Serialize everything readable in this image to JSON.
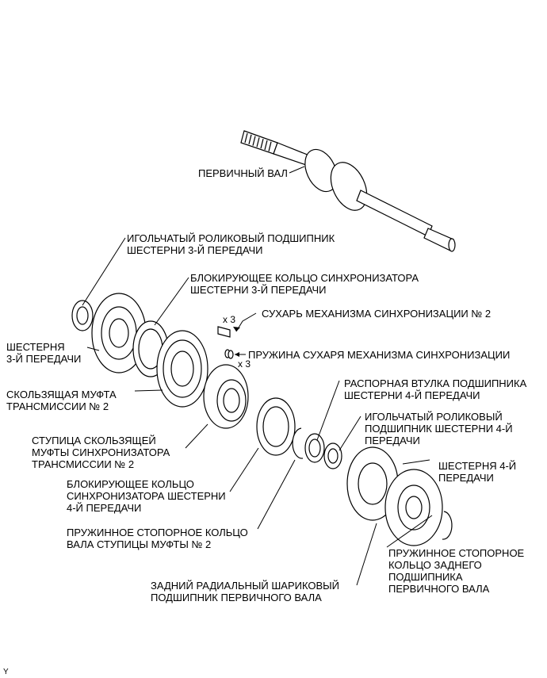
{
  "labels": {
    "input_shaft": [
      "ПЕРВИЧНЫЙ ВАЛ"
    ],
    "needle_bearing_3": [
      "ИГОЛЬЧАТЫЙ РОЛИКОВЫЙ ПОДШИПНИК",
      "ШЕСТЕРНИ 3-Й ПЕРЕДАЧИ"
    ],
    "sync_ring_3": [
      "БЛОКИРУЮЩЕЕ КОЛЬЦО СИНХРОНИЗАТОРА",
      "ШЕСТЕРНИ 3-Й ПЕРЕДАЧИ"
    ],
    "shifting_key": [
      "СУХАРЬ МЕХАНИЗМА СИНХРОНИЗАЦИИ № 2"
    ],
    "key_spring": [
      "ПРУЖИНА СУХАРЯ МЕХАНИЗМА СИНХРОНИЗАЦИИ"
    ],
    "gear_3": [
      "ШЕСТЕРНЯ",
      "3-Й ПЕРЕДАЧИ"
    ],
    "sleeve_2": [
      "СКОЛЬЗЯЩАЯ МУФТА",
      "ТРАНСМИССИИ № 2"
    ],
    "hub_2": [
      "СТУПИЦА СКОЛЬЗЯЩЕЙ",
      "МУФТЫ СИНХРОНИЗАТОРА",
      "ТРАНСМИССИИ № 2"
    ],
    "sync_ring_4": [
      "БЛОКИРУЮЩЕЕ КОЛЬЦО",
      "СИНХРОНИЗАТОРА ШЕСТЕРНИ",
      "4-Й ПЕРЕДАЧИ"
    ],
    "snap_ring_hub": [
      "ПРУЖИННОЕ СТОПОРНОЕ КОЛЬЦО",
      "ВАЛА СТУПИЦЫ МУФТЫ № 2"
    ],
    "spacer_4": [
      "РАСПОРНАЯ ВТУЛКА ПОДШИПНИКА",
      "ШЕСТЕРНИ 4-Й ПЕРЕДАЧИ"
    ],
    "needle_bearing_4": [
      "ИГОЛЬЧАТЫЙ РОЛИКОВЫЙ",
      "ПОДШИПНИК ШЕСТЕРНИ 4-Й",
      "ПЕРЕДАЧИ"
    ],
    "gear_4": [
      "ШЕСТЕРНЯ 4-Й",
      "ПЕРЕДАЧИ"
    ],
    "rear_bearing": [
      "ЗАДНИЙ РАДИАЛЬНЫЙ ШАРИКОВЫЙ",
      "ПОДШИПНИК ПЕРВИЧНОГО ВАЛА"
    ],
    "snap_ring_rear": [
      "ПРУЖИННОЕ СТОПОРНОЕ",
      "КОЛЬЦО ЗАДНЕГО",
      "ПОДШИПНИКА",
      "ПЕРВИЧНОГО ВАЛА"
    ]
  },
  "quantities": {
    "key_qty": "x 3",
    "spring_qty": "x 3"
  },
  "corner_mark": "Y",
  "colors": {
    "ink": "#000000",
    "paper": "#ffffff"
  }
}
